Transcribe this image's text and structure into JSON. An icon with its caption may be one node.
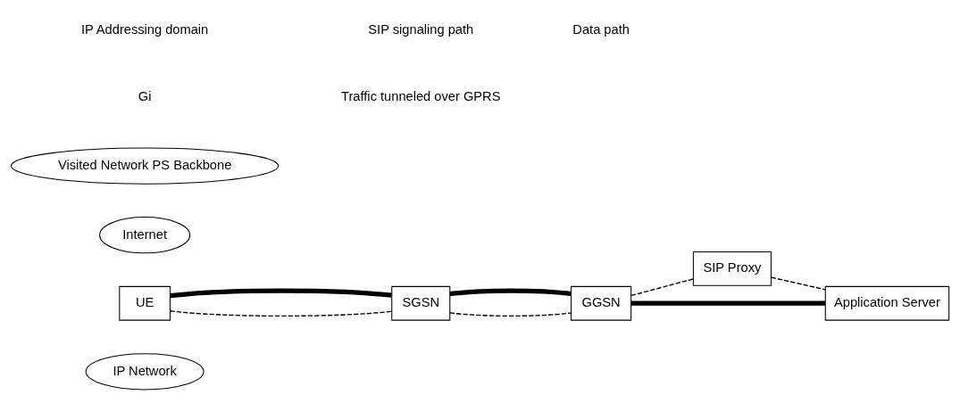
{
  "diagram": {
    "nodes": [
      {
        "text": [
          "IP Network"
        ]
      },
      {
        "text": [
          "SIP Proxy"
        ]
      },
      {
        "text": [
          "Internet"
        ]
      },
      {
        "text": [
          "Application Server"
        ]
      },
      {
        "text": [
          "Visited Network PS Backbone"
        ]
      },
      {
        "text": [
          "UE"
        ]
      },
      {
        "text": [
          "SGSN"
        ]
      },
      {
        "text": [
          "GGSN"
        ]
      }
    ],
    "edges": [
      {
        "from": 5,
        "to": 6,
        "arrow": "none",
        "style": "dashed"
      },
      {
        "from": 6,
        "to": 7,
        "arrow": "none",
        "style": "dashed"
      },
      {
        "from": 7,
        "to": 1,
        "arrow": "none",
        "style": "dashed"
      },
      {
        "from": 1,
        "to": 3,
        "arrow": "none",
        "style": "dashed"
      },
      {
        "from": 5,
        "to": 6,
        "arrow": "none",
        "style": "thick"
      },
      {
        "from": 6,
        "to": 7,
        "arrow": "none",
        "style": "thick"
      },
      {
        "from": 7,
        "to": 3,
        "arrow": "none",
        "style": "thick"
      }
    ],
    "labels": [
      "Gi",
      "Traffic tunneled over GPRS"
    ],
    "legend": [
      {
        "text": "IP Addressing domain"
      },
      {
        "text": "SIP signaling path"
      },
      {
        "text": "Data path"
      }
    ]
  }
}
